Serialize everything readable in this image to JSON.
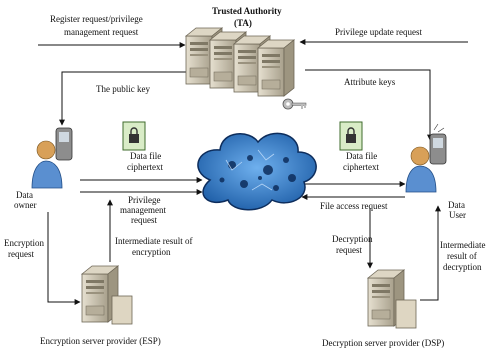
{
  "labels": {
    "register_request": "Register request/privilege",
    "management_request": "management request",
    "trusted_authority": "Trusted Authority",
    "ta_abbrev": "(TA)",
    "privilege_update": "Privilege update request",
    "public_key": "The public key",
    "attribute_keys": "Attribute keys",
    "data_file_ciphertext_left_1": "Data file",
    "data_file_ciphertext_left_2": "ciphertext",
    "privilege_mgmt_1": "Privilege",
    "privilege_mgmt_2": "management",
    "privilege_mgmt_3": "request",
    "data_file_ciphertext_right_1": "Data file",
    "data_file_ciphertext_right_2": "ciphertext",
    "file_access_request": "File access request",
    "data_owner_1": "Data",
    "data_owner_2": "owner",
    "data_user_1": "Data",
    "data_user_2": "User",
    "encryption_request_1": "Encryption",
    "encryption_request_2": "request",
    "intermediate_encryption_1": "Intermediate result of",
    "intermediate_encryption_2": "encryption",
    "decryption_request_1": "Decryption",
    "decryption_request_2": "request",
    "intermediate_decryption_1": "Intermediate",
    "intermediate_decryption_2": "result of",
    "intermediate_decryption_3": "decryption",
    "esp": "Encryption server provider (ESP)",
    "dsp": "Decryption server provider (DSP)"
  },
  "colors": {
    "cloud": "#2f78c4",
    "cloud_dark": "#0d2d5c",
    "server": "#c9c2b0",
    "server_dark": "#8a8270",
    "line": "#111111",
    "person_skin": "#d8a058",
    "person_shirt": "#5a8fd0"
  }
}
